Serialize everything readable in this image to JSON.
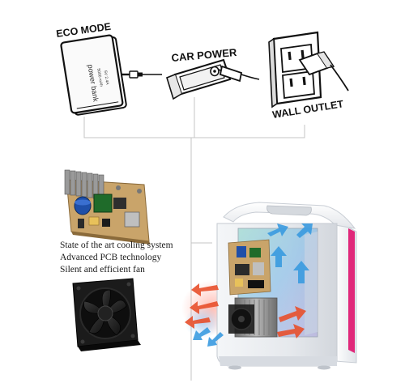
{
  "power_sources": {
    "eco_mode_label": "ECO MODE",
    "power_bank_label": "power bank",
    "power_bank_detail_1": "5000 mAh",
    "power_bank_detail_2": "5V 2.4A",
    "car_power_label": "CAR POWER",
    "wall_outlet_label": "WALL OUTLET"
  },
  "features": [
    "State of the art cooling system",
    "Advanced PCB technology",
    "Silent and efficient fan"
  ],
  "colors": {
    "line_art": "#111111",
    "connector_lines": "#bdbdbd",
    "fridge_body": "#e9ecef",
    "fridge_accent": "#e0287a",
    "airflow_hot": "#e8502c",
    "airflow_cold": "#3a9be0",
    "pcb_green": "#1f6b2a",
    "pcb_board": "#c9a46a",
    "fan_frame": "#1b1b1b"
  }
}
